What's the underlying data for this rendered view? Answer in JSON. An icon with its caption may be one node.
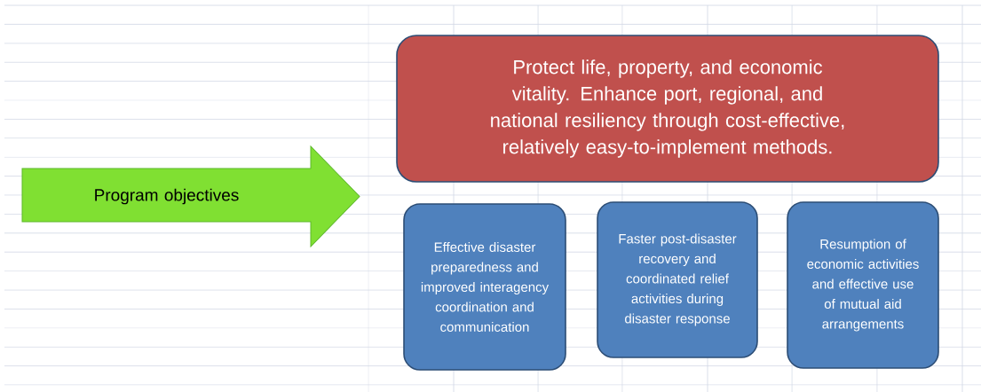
{
  "diagram": {
    "nodes": [
      {
        "text": [
          "Program objectives"
        ]
      },
      {
        "text": [
          "Protect life, property, and economic vitality. Enhance port, regional, and national resiliency through cost-effective, relatively easy-to-implement methods."
        ]
      },
      {
        "text": [
          "Effective disaster preparedness and improved interagency coordination and communication"
        ]
      },
      {
        "text": [
          "Faster post-disaster recovery and coordinated relief activities during disaster response"
        ]
      },
      {
        "text": [
          "Resumption of economic activities and effective use of mutual aid arrangements"
        ]
      }
    ]
  }
}
